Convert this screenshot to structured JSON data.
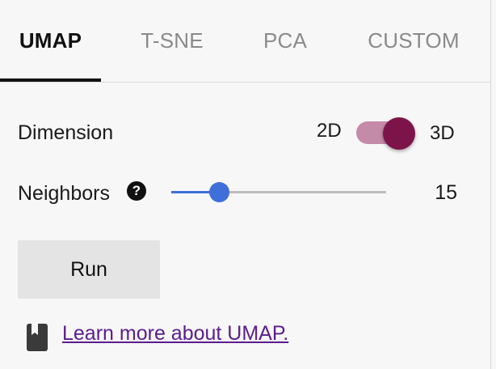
{
  "tabs": [
    {
      "label": "UMAP",
      "active": true
    },
    {
      "label": "T-SNE",
      "active": false
    },
    {
      "label": "PCA",
      "active": false
    },
    {
      "label": "CUSTOM",
      "active": false
    }
  ],
  "dimension": {
    "label": "Dimension",
    "off_label": "2D",
    "on_label": "3D",
    "selected": "3D"
  },
  "neighbors": {
    "label": "Neighbors",
    "help_symbol": "?",
    "value": "15",
    "fraction": 0.22
  },
  "run_button": {
    "label": "Run"
  },
  "learn_more": {
    "text": "Learn more about UMAP.",
    "icon": "book-icon"
  },
  "colors": {
    "toggle_thumb": "#7d1449",
    "toggle_track": "#c48aa8",
    "slider_accent": "#3f6fd8",
    "link": "#5b1d8c"
  }
}
